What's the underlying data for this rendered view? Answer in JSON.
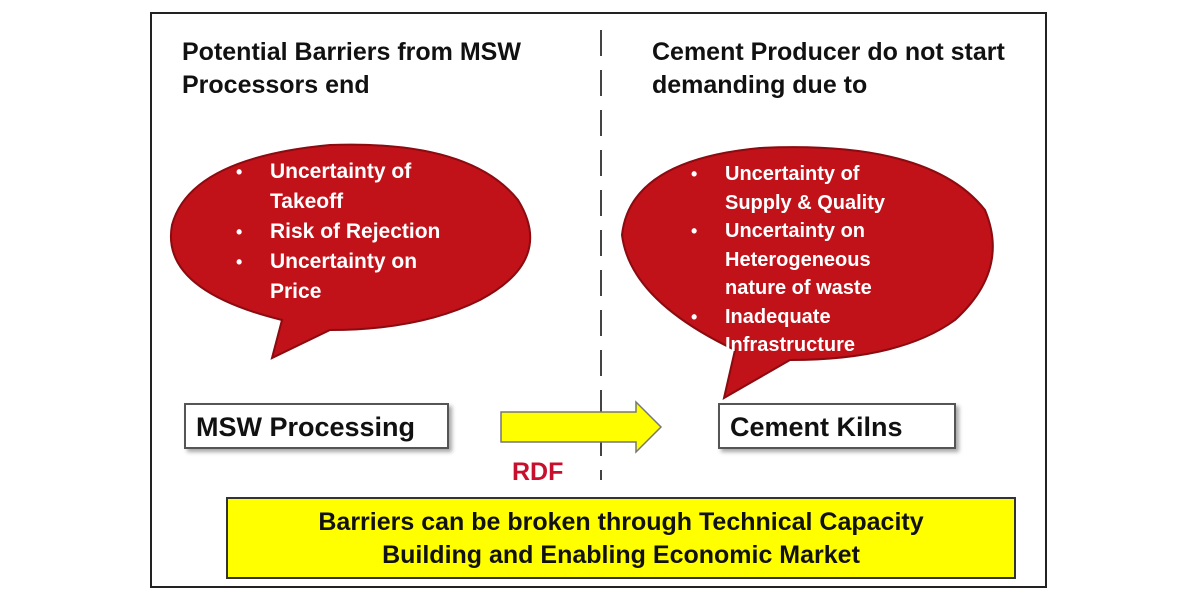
{
  "left_heading": [
    "Potential Barriers from MSW",
    "Processors end"
  ],
  "right_heading": [
    "Cement Producer do not start",
    "demanding due to"
  ],
  "left_bubble": {
    "items": [
      [
        "Uncertainty of",
        "Takeoff"
      ],
      [
        "Risk of Rejection"
      ],
      [
        "Uncertainty on",
        "Price"
      ]
    ]
  },
  "right_bubble": {
    "items": [
      [
        "Uncertainty of",
        "Supply & Quality"
      ],
      [
        "Uncertainty on",
        "Heterogeneous",
        "nature of waste"
      ],
      [
        "Inadequate",
        "Infrastructure"
      ]
    ]
  },
  "left_box": "MSW Processing",
  "right_box": "Cement Kilns",
  "arrow_label": "RDF",
  "banner": [
    "Barriers can be broken through Technical Capacity",
    "Building and Enabling Economic Market"
  ],
  "colors": {
    "bubble_fill": "#c11119",
    "arrow_fill": "#ffff00",
    "banner_fill": "#ffff00",
    "rdf_text": "#c8102e"
  }
}
